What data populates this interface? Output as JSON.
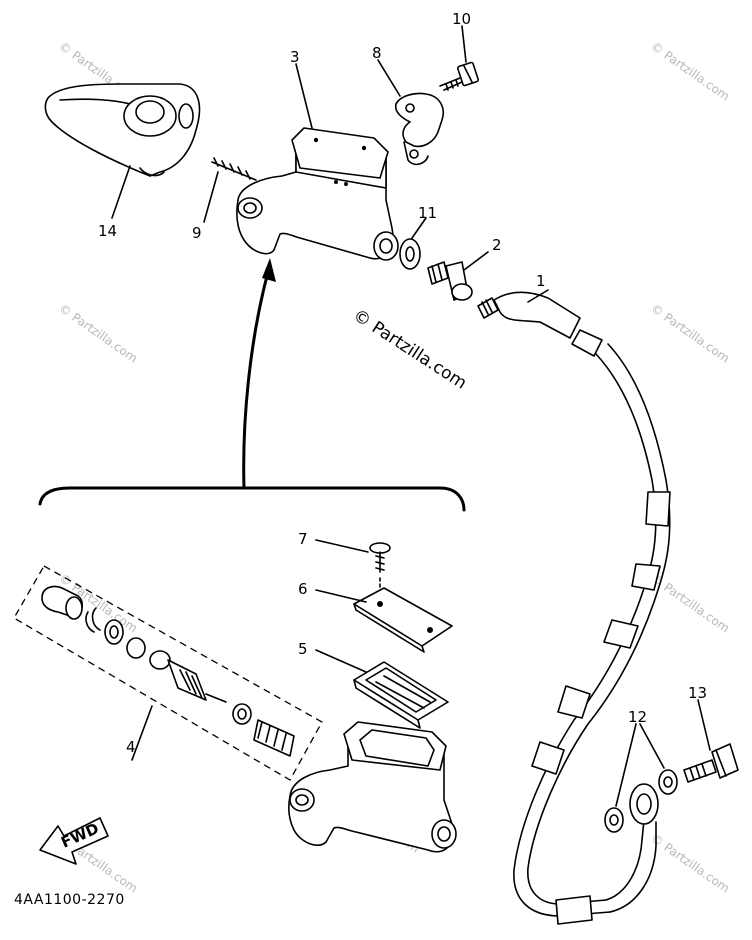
{
  "diagram_code": "4AA1100-2270",
  "watermark_main": "© Partzilla.com",
  "watermark_small": "© Partzilla.com",
  "fwd_label": "FWD",
  "callouts": {
    "c1": "1",
    "c2": "2",
    "c3": "3",
    "c4": "4",
    "c5": "5",
    "c6": "6",
    "c7": "7",
    "c8": "8",
    "c9": "9",
    "c10": "10",
    "c11": "11",
    "c12": "12",
    "c13": "13",
    "c14": "14"
  }
}
